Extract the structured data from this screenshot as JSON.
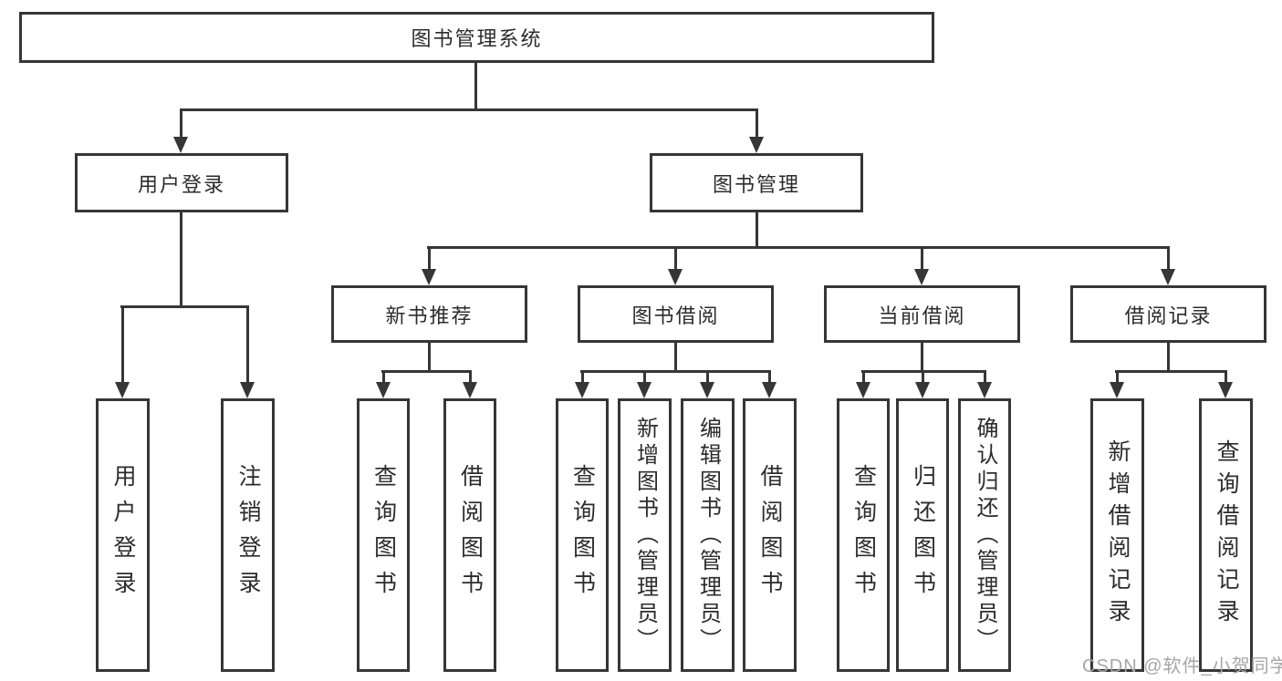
{
  "tree": {
    "root": {
      "label": "图书管理系统",
      "children": [
        {
          "label": "用户登录",
          "children": [
            {
              "label": "用户登录"
            },
            {
              "label": "注销登录"
            }
          ]
        },
        {
          "label": "图书管理",
          "children": [
            {
              "label": "新书推荐",
              "children": [
                {
                  "label": "查询图书"
                },
                {
                  "label": "借阅图书"
                }
              ]
            },
            {
              "label": "图书借阅",
              "children": [
                {
                  "label": "查询图书"
                },
                {
                  "label": "新增图书（管理员）"
                },
                {
                  "label": "编辑图书（管理员）"
                },
                {
                  "label": "借阅图书"
                }
              ]
            },
            {
              "label": "当前借阅",
              "children": [
                {
                  "label": "查询图书"
                },
                {
                  "label": "归还图书"
                },
                {
                  "label": "确认归还（管理员）"
                }
              ]
            },
            {
              "label": "借阅记录",
              "children": [
                {
                  "label": "新增借阅记录"
                },
                {
                  "label": "查询借阅记录"
                }
              ]
            }
          ]
        }
      ]
    }
  },
  "watermark": {
    "text": "CSDN @软件_小贺同学",
    "color": "#a6a6a6"
  },
  "colors": {
    "line": "#363636",
    "text": "#2c2c2c",
    "background": "#ffffff"
  }
}
